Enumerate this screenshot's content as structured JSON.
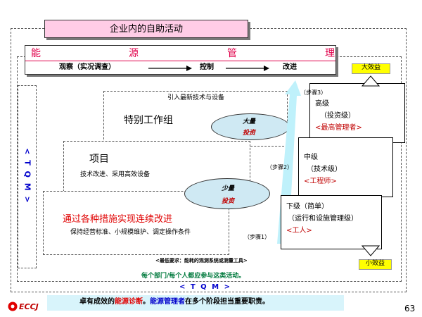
{
  "title": "企业内的自助活动",
  "energy_management": {
    "chars": [
      "能",
      "源",
      "管",
      "理"
    ],
    "steps": [
      "观察（实况调查）",
      "控制",
      "改进"
    ]
  },
  "left_tqm": "< T Q M >",
  "bottom_tqm": "< T Q M >",
  "special_team": {
    "top_text": "引入最新技术与设备",
    "title": "特别工作组"
  },
  "project": {
    "title": "项目",
    "desc": "技术改进、采用高效设备"
  },
  "continuous": {
    "title": "通过各种措施实现连续改进",
    "desc": "保持经营标准、小规模维护、调定操作条件"
  },
  "investment": {
    "big": {
      "line1": "大量",
      "line2": "投资"
    },
    "small": {
      "line1": "少量",
      "line2": "投资"
    }
  },
  "steps": {
    "step3": "（步骤3）",
    "step2": "（步骤2）",
    "step1": "（步骤1）"
  },
  "levels": {
    "high": {
      "l1": "高级",
      "l2": "（投资级）",
      "l3": "<最高管理者>"
    },
    "mid": {
      "l1": "中级",
      "l2": "（技术级）",
      "l3": "<工程师>"
    },
    "low": {
      "l1": "下级（简单）",
      "l2": "（运行和设施管理级）",
      "l3": "<工人>"
    }
  },
  "effect": {
    "big": "大效益",
    "small": "小效益"
  },
  "min_requirement": "<最低要求：能耗的观测系统或测量工具>",
  "participation": "每个部门/每个人都应参与这类活动。",
  "bottom_banner": {
    "p1": "卓有成效的",
    "p2": "能源诊断",
    "p3": "。",
    "p4": "能源管理者",
    "p5": "在多个阶段担当重要职责。"
  },
  "logo_text": "ECCJ",
  "page_number": "63",
  "colors": {
    "title_bg": "#ffcce6",
    "banner_red": "#e0004a",
    "effect_yellow": "#ffff00",
    "ellipse": "#cfe9f3",
    "level_red": "#c00000",
    "bottom_bg": "#d8f4fb",
    "green_text": "#007a3d",
    "blue_text": "#0000cc"
  }
}
